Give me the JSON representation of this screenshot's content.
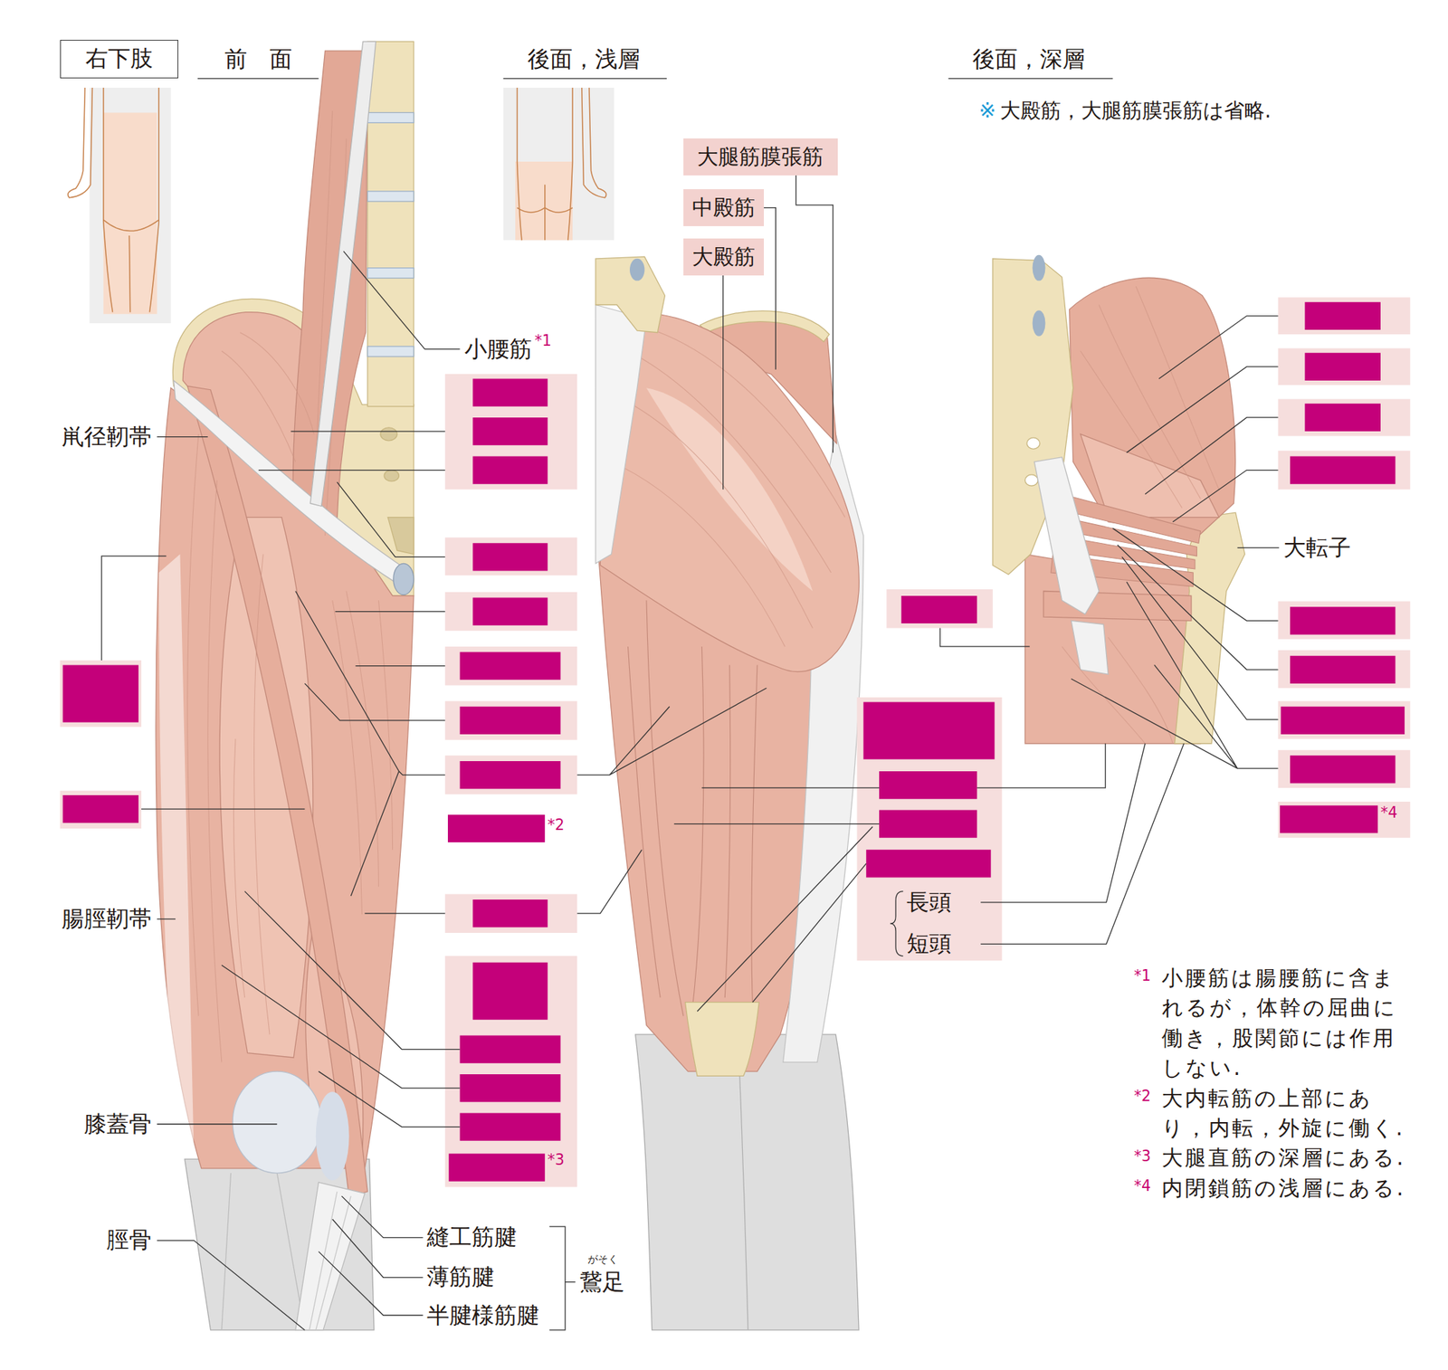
{
  "diagram": {
    "nodes": [
      {
        "text": [
          "右下肢"
        ]
      },
      {
        "text": [
          "大腿筋膜張筋"
        ]
      },
      {
        "text": [
          "中殿筋"
        ]
      },
      {
        "text": [
          "大殿筋"
        ]
      }
    ],
    "labels": [
      "前　面",
      "後面，浅層",
      "後面，深層",
      "※",
      "大殿筋，大腿筋膜張筋は省略.",
      "小腰筋",
      "*1",
      "鼡径靭帯",
      "腸脛靭帯",
      "膝蓋骨",
      "脛骨",
      "縫工筋腱",
      "薄筋腱",
      "半腱様筋腱",
      "がそく",
      "鵞足",
      "*2",
      "*3",
      "長頭",
      "短頭",
      "大転子",
      "*4",
      "*1",
      "小腰筋は腸腰筋に含まれるが，体幹の屈曲に働き，股関節には作用しない.",
      "*2",
      "大内転筋の上部にあり，内転，外旋に働く.",
      "*3",
      "大腿直筋の深層にある.",
      "*4",
      "内閉鎖筋の浅層にある."
    ]
  }
}
